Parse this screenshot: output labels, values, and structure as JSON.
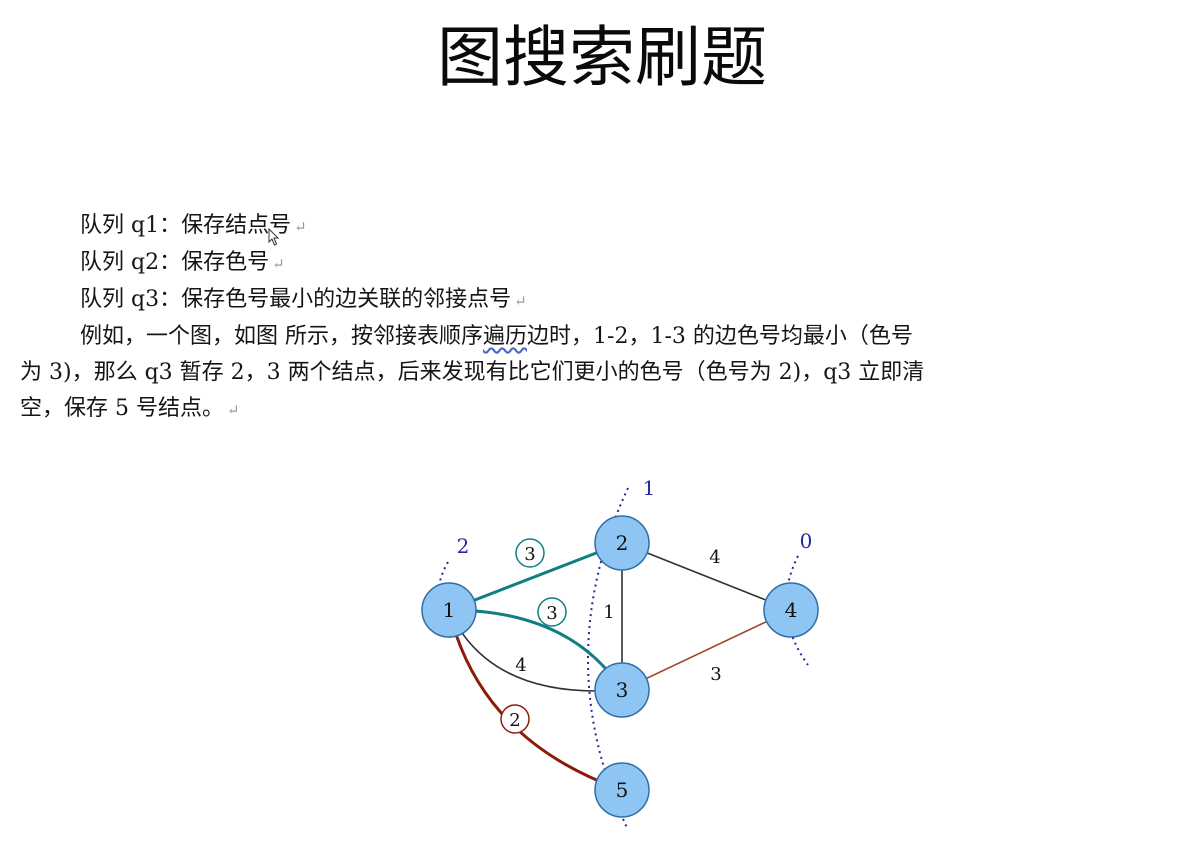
{
  "title": "图搜索刷题",
  "paragraphs": {
    "q1_line": "队列 q1：保存结点号",
    "q2_line": "队列 q2：保存色号",
    "q3_line": "队列 q3：保存色号最小的边关联的邻接点号",
    "example_part1": "例如，一个图，如图 所示，按邻接表顺序",
    "example_squiggle": "遍历",
    "example_part2": "边时，1-2，1-3 的边色号均最小（色号",
    "example_line2": "为 3)，那么 q3 暂存 2，3 两个结点，后来发现有比它们更小的色号（色号为 2)，q3 立即清",
    "example_line3": "空，保存 5 号结点。",
    "pilcrow": "↵"
  },
  "graph": {
    "nodes": [
      {
        "id": "n1",
        "label": "1"
      },
      {
        "id": "n2",
        "label": "2"
      },
      {
        "id": "n3",
        "label": "3"
      },
      {
        "id": "n4",
        "label": "4"
      },
      {
        "id": "n5",
        "label": "5"
      }
    ],
    "edge_labels": {
      "e13_circled": "3",
      "e12_circled": "3",
      "e23": "1",
      "e24": "4",
      "e13b": "4",
      "e34": "3",
      "e15_circled": "2"
    },
    "frontier_labels": {
      "left": "2",
      "middle": "1",
      "right": "0"
    },
    "colors": {
      "node_fill": "#8ec5f2",
      "node_stroke": "#2f6fa8",
      "teal_edge": "#0f7f80",
      "brown_edge": "#8b1c0c",
      "rust_edge": "#a0452a",
      "plain_edge": "#333333",
      "dotted_arc": "#24289c"
    }
  }
}
